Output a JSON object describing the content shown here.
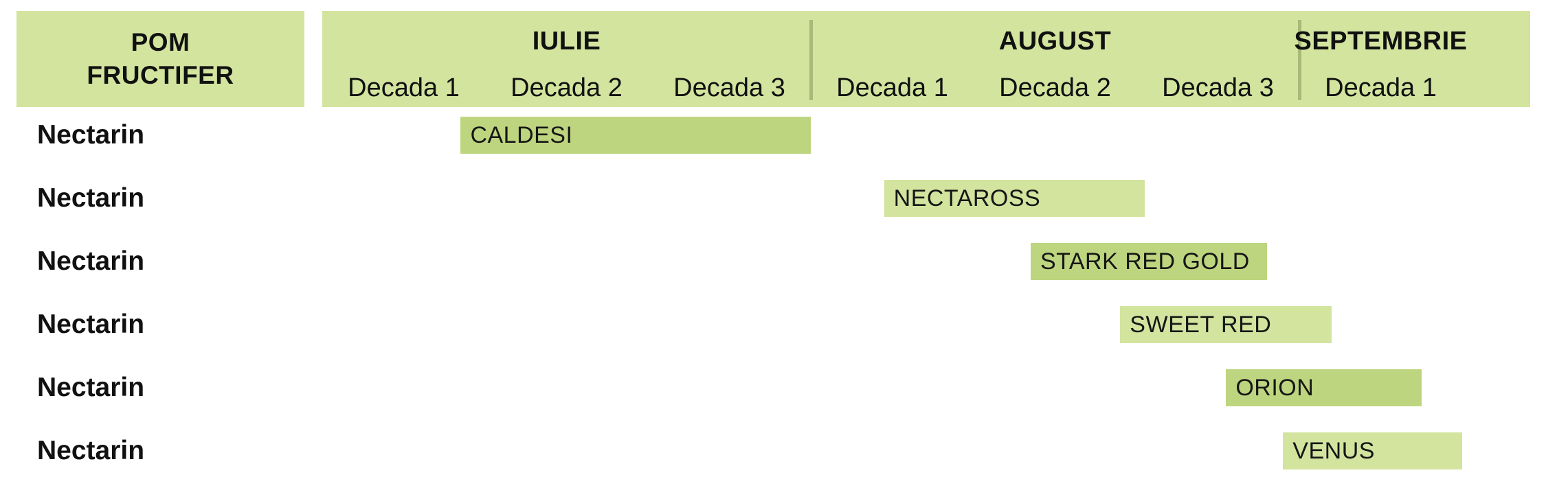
{
  "header": {
    "title_line1": "POM",
    "title_line2": "FRUCTIFER"
  },
  "chart_data": {
    "type": "bar",
    "subtype": "gantt",
    "axis": {
      "months": [
        {
          "name": "IULIE",
          "decades": [
            "Decada 1",
            "Decada 2",
            "Decada 3"
          ]
        },
        {
          "name": "AUGUST",
          "decades": [
            "Decada 1",
            "Decada 2",
            "Decada 3"
          ]
        },
        {
          "name": "SEPTEMBRIE",
          "decades": [
            "Decada 1"
          ]
        }
      ],
      "unit": "decade",
      "xlim": [
        0,
        7
      ]
    },
    "rows": [
      {
        "category": "Nectarin",
        "label": "CALDESI",
        "start": 0.85,
        "end": 3.0,
        "color": "#bed57f"
      },
      {
        "category": "Nectarin",
        "label": "NECTAROSS",
        "start": 3.45,
        "end": 5.05,
        "color": "#d3e49f"
      },
      {
        "category": "Nectarin",
        "label": "STARK RED GOLD",
        "start": 4.35,
        "end": 5.8,
        "color": "#bed57f"
      },
      {
        "category": "Nectarin",
        "label": "SWEET RED",
        "start": 4.9,
        "end": 6.2,
        "color": "#d3e49f"
      },
      {
        "category": "Nectarin",
        "label": "ORION",
        "start": 5.55,
        "end": 6.75,
        "color": "#bed57f"
      },
      {
        "category": "Nectarin",
        "label": "VENUS",
        "start": 5.9,
        "end": 7.0,
        "color": "#d3e49f"
      }
    ],
    "colors": {
      "header_bg": "#d3e49f",
      "dark_bar": "#bed57f",
      "light_bar": "#d3e49f",
      "divider": "#a9b978"
    }
  }
}
